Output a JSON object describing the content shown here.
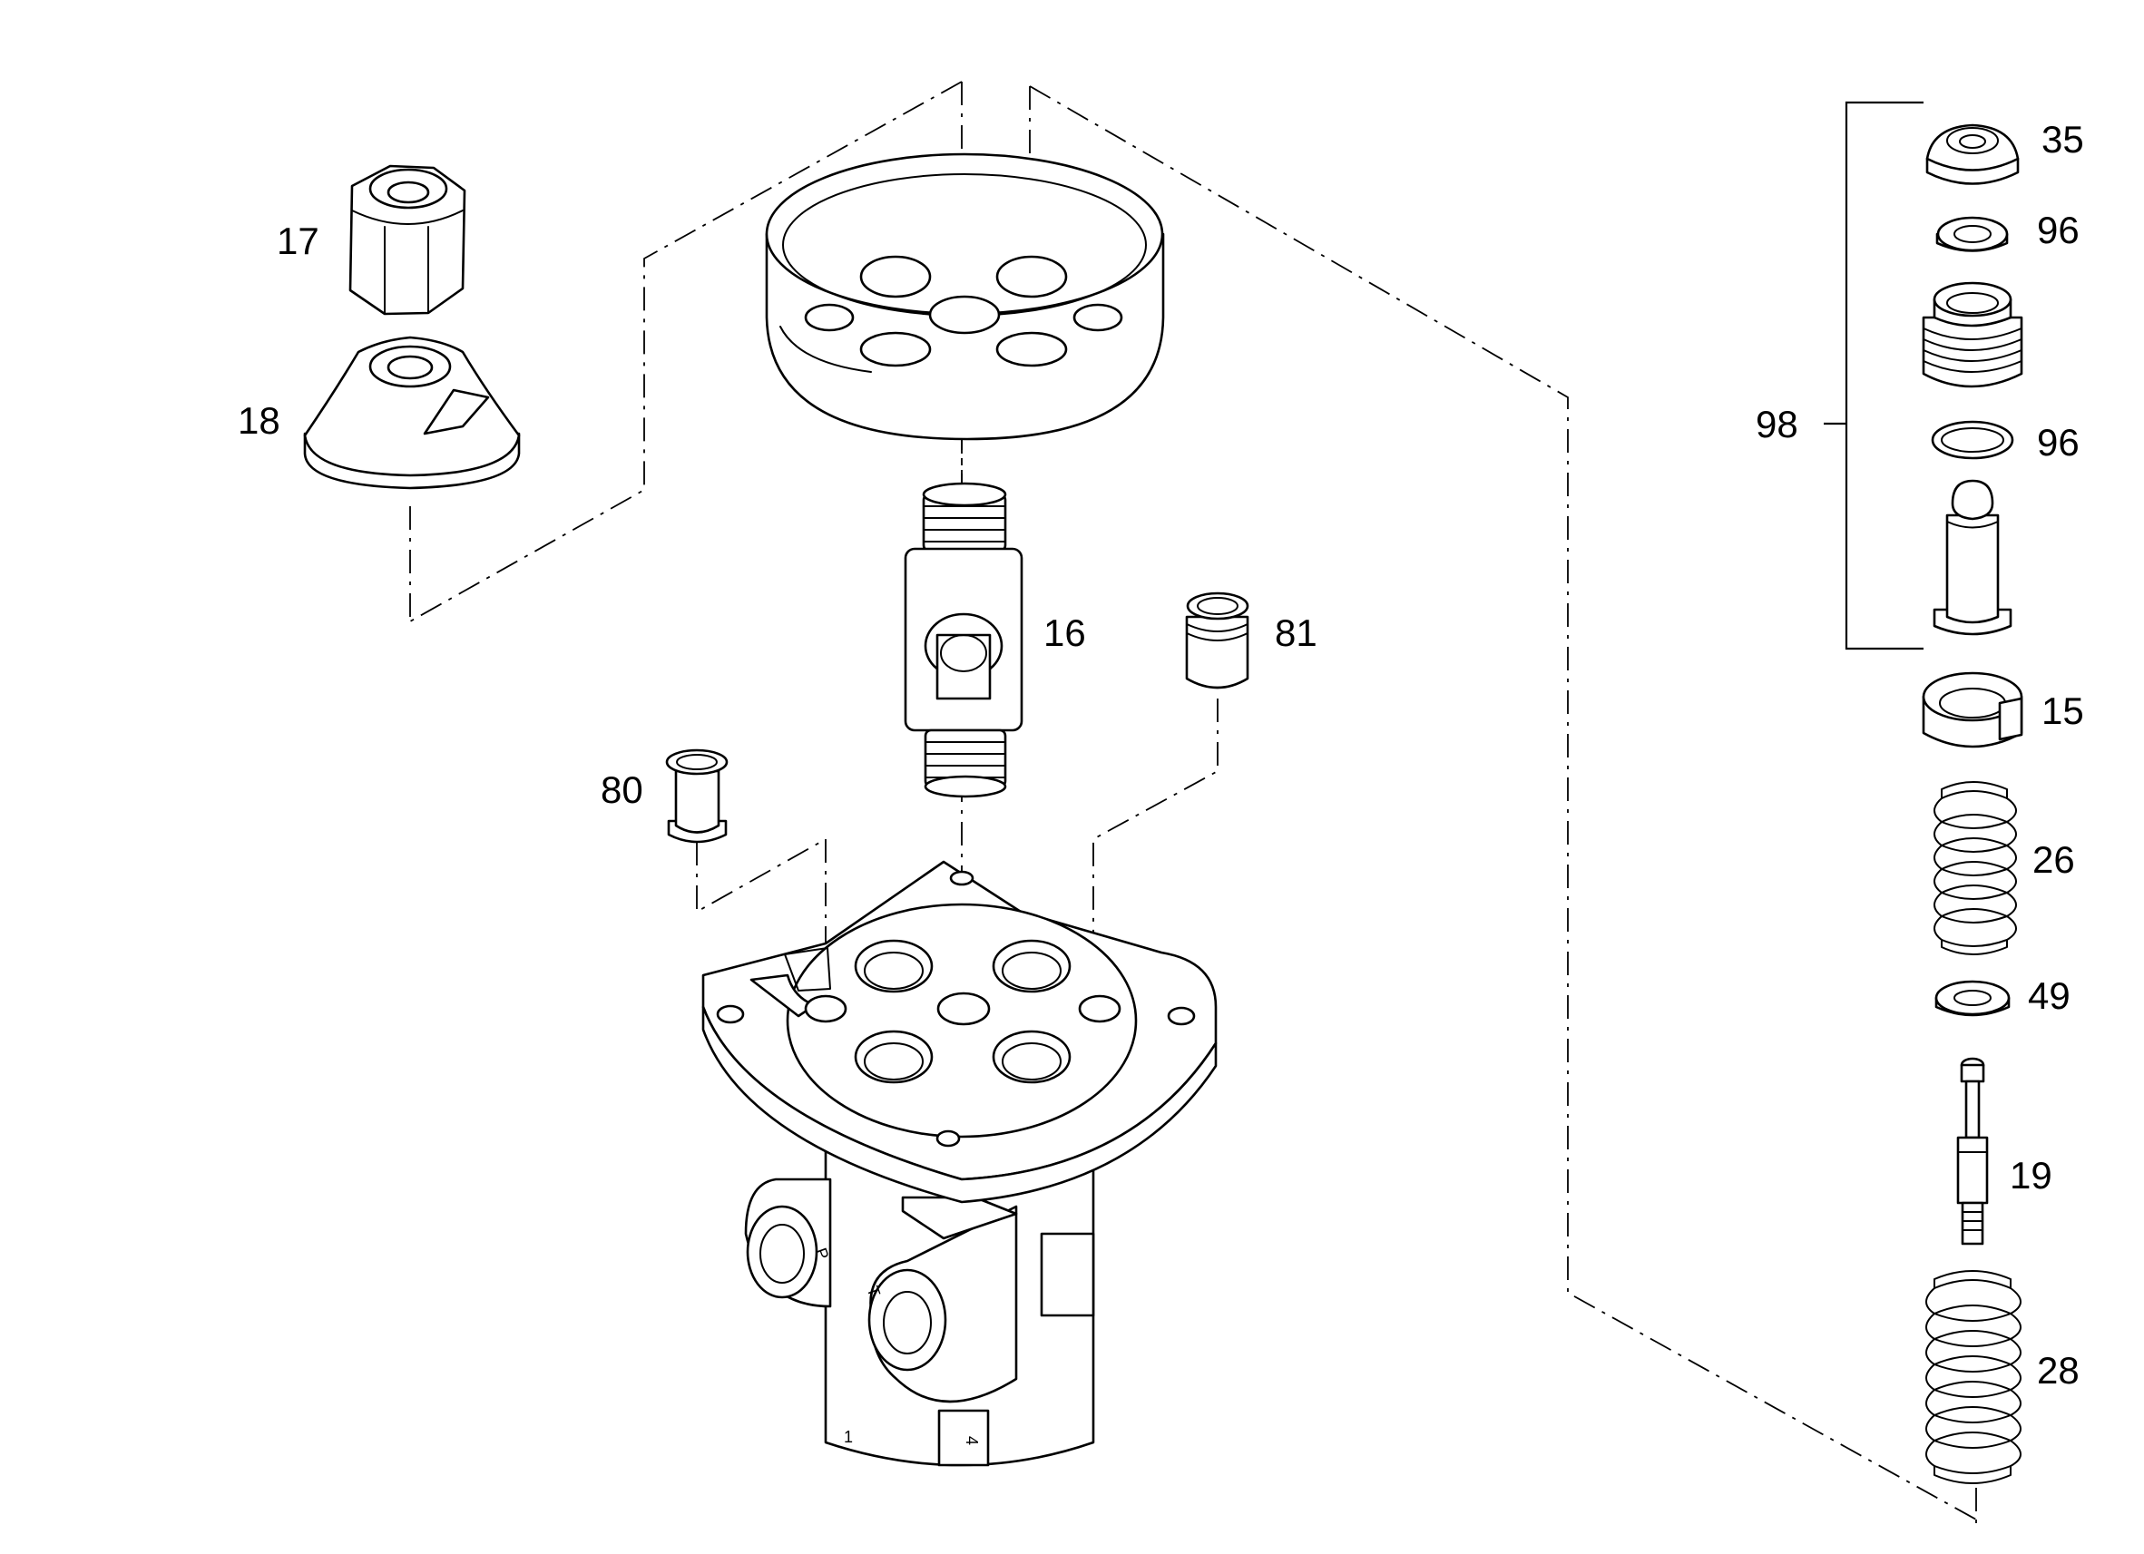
{
  "diagram": {
    "callouts": [
      {
        "id": "17",
        "text": "17"
      },
      {
        "id": "18",
        "text": "18"
      },
      {
        "id": "16",
        "text": "16"
      },
      {
        "id": "81",
        "text": "81"
      },
      {
        "id": "80",
        "text": "80"
      },
      {
        "id": "98",
        "text": "98"
      },
      {
        "id": "35",
        "text": "35"
      },
      {
        "id": "96a",
        "text": "96"
      },
      {
        "id": "96b",
        "text": "96"
      },
      {
        "id": "15",
        "text": "15"
      },
      {
        "id": "26",
        "text": "26"
      },
      {
        "id": "49",
        "text": "49"
      },
      {
        "id": "19",
        "text": "19"
      },
      {
        "id": "28",
        "text": "28"
      }
    ],
    "housing_marks": [
      "P",
      "T",
      "1",
      "4"
    ]
  }
}
